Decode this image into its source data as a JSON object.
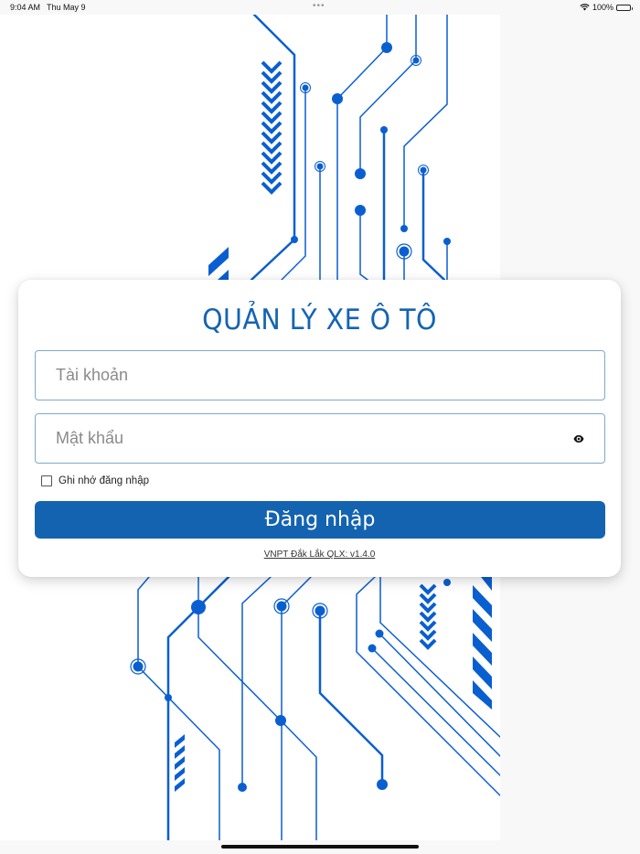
{
  "status_bar": {
    "time": "9:04 AM",
    "date": "Thu May 9",
    "multitask_dots": "•••",
    "battery_percent": "100%",
    "icons": [
      "wifi-icon",
      "battery-icon"
    ]
  },
  "login": {
    "title": "QUẢN LÝ XE Ô TÔ",
    "username": {
      "value": "",
      "placeholder": "Tài khoản"
    },
    "password": {
      "value": "",
      "placeholder": "Mật khẩu",
      "toggle_icon": "eye-icon"
    },
    "remember_label": "Ghi nhớ đăng nhập",
    "remember_checked": false,
    "submit_label": "Đăng nhập",
    "version_text": "VNPT Đắk Lắk QLX: v1.4.0"
  },
  "colors": {
    "primary": "#1463b1",
    "title": "#1464b4",
    "circuit": "#0a5fd0",
    "field_border": "#7faac9",
    "page_bg": "#f8f8f8"
  }
}
